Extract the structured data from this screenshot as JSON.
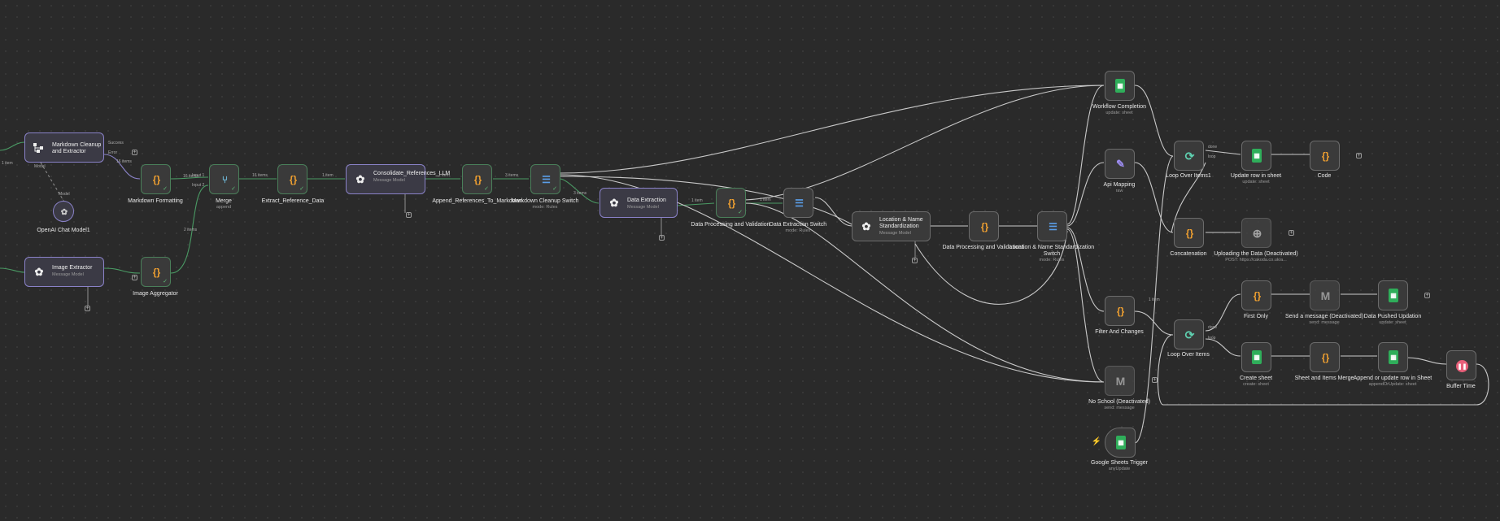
{
  "canvas": {
    "background": "#2a2a2a"
  },
  "nodes": {
    "markdown_extractor": {
      "label": "Markdown Cleanup and Extractor",
      "icon": "tree-icon"
    },
    "openai_chat_model": {
      "label": "OpenAI Chat Model1",
      "tag": "Model",
      "icon": "openai-icon"
    },
    "image_extractor": {
      "label": "Image Extractor",
      "sub": "Message Model",
      "icon": "openai-icon"
    },
    "markdown_formatting": {
      "label": "Markdown Formatting",
      "icon": "code-icon"
    },
    "image_aggregator": {
      "label": "Image Aggregator",
      "icon": "code-icon"
    },
    "merge": {
      "label": "Merge",
      "sub": "append",
      "icon": "merge-icon"
    },
    "extract_reference": {
      "label": "Extract_Reference_Data",
      "icon": "code-icon"
    },
    "consolidate_refs": {
      "label": "Consolidate_References_LLM",
      "sub": "Message Model",
      "icon": "openai-icon"
    },
    "append_refs": {
      "label": "Append_References_To_Markdown",
      "icon": "code-icon"
    },
    "markdown_switch": {
      "label": "Markdown Cleanup Switch",
      "sub": "mode: Rules",
      "icon": "switch-icon"
    },
    "data_extraction": {
      "label": "Data Extraction",
      "sub": "Message Model",
      "icon": "openai-icon"
    },
    "data_processing": {
      "label": "Data Processing and Validation",
      "icon": "code-icon"
    },
    "data_extraction_switch": {
      "label": "Data Extraction Switch",
      "sub": "mode: Rules",
      "icon": "switch-icon"
    },
    "location_std": {
      "label": "Location & Name Standardization",
      "sub": "Message Model",
      "icon": "openai-icon"
    },
    "data_processing1": {
      "label": "Data Processing and Validation1",
      "icon": "code-icon"
    },
    "location_switch": {
      "label": "Location & Name Standardization Switch",
      "sub": "mode: Rules",
      "icon": "switch-icon"
    },
    "workflow_completion": {
      "label": "Workflow Completion",
      "sub": "update: sheet",
      "icon": "sheets-icon"
    },
    "api_mapping": {
      "label": "Api Mapping",
      "sub": "raw",
      "icon": "pencil-icon"
    },
    "filter_changes": {
      "label": "Filter And Changes",
      "icon": "code-icon"
    },
    "no_school": {
      "label": "No School (Deactivated)",
      "sub": "send: message",
      "icon": "gmail-icon"
    },
    "google_trigger": {
      "label": "Google Sheets Trigger",
      "sub": "anyUpdate",
      "icon": "sheets-icon"
    },
    "loop_items1": {
      "label": "Loop Over Items1",
      "icon": "loop-icon"
    },
    "update_row": {
      "label": "Update row in sheet",
      "sub": "update: sheet",
      "icon": "sheets-icon"
    },
    "code": {
      "label": "Code",
      "icon": "code-icon"
    },
    "concatenation": {
      "label": "Concatenation",
      "icon": "code-icon"
    },
    "uploading": {
      "label": "Uploading the Data (Deactivated)",
      "sub": "POST: https://cakoda.co.uk/a...",
      "icon": "globe-icon"
    },
    "loop_items": {
      "label": "Loop Over Items",
      "icon": "loop-icon"
    },
    "first_only": {
      "label": "First Only",
      "icon": "code-icon"
    },
    "send_message": {
      "label": "Send a message (Deactivated)",
      "sub": "send: message",
      "icon": "gmail-icon"
    },
    "data_pushed": {
      "label": "Data Pushed Updation",
      "sub": "update: sheet",
      "icon": "sheets-icon"
    },
    "create_sheet": {
      "label": "Create sheet",
      "sub": "create: sheet",
      "icon": "sheets-icon"
    },
    "sheet_items_merge": {
      "label": "Sheet and Items Merge",
      "icon": "code-icon"
    },
    "append_update": {
      "label": "Append or update row in Sheet",
      "sub": "appendOrUpdate: sheet",
      "icon": "sheets-icon"
    },
    "buffer_time": {
      "label": "Buffer Time",
      "icon": "pause-icon"
    }
  },
  "edge_labels": {
    "e1": "16 items",
    "e2": "16 items",
    "e3": "16 items",
    "e4": "1 item",
    "e5": "1 item",
    "e6": "3 items",
    "e7": "3 items",
    "e8": "1 item",
    "e9": "2 items",
    "e10": "1 item",
    "e11": "1 item",
    "e12": "1 item"
  },
  "port_labels": {
    "success": "Success",
    "error": "Error",
    "done": "done",
    "loop": "loop",
    "model": "Model",
    "input1": "Input 1",
    "input2": "Input 2"
  },
  "colors": {
    "ok": "#4a7f5a",
    "ai": "#8a82c8",
    "edge": "#c9c9c9",
    "edge_ok": "#4a9a64",
    "code": "#f0a030",
    "sheets": "#2fae5a"
  }
}
